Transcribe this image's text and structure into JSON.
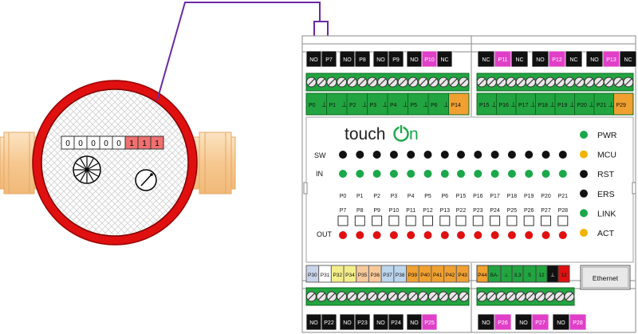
{
  "meter": {
    "digits": [
      "0",
      "0",
      "0",
      "0",
      "0",
      "1",
      "1",
      "1"
    ],
    "black_digit_count": 5
  },
  "controller": {
    "brand": "touch",
    "status_labels": [
      "PWR",
      "MCU",
      "RST",
      "ERS",
      "LINK",
      "ACT"
    ],
    "status_colors": [
      "#1aa84a",
      "#f0b400",
      "#111111",
      "#111111",
      "#1aa84a",
      "#f0b400"
    ],
    "row_labels": {
      "sw": "SW",
      "in": "IN",
      "out": "OUT"
    },
    "inputs": [
      "P0",
      "P1",
      "P2",
      "P3",
      "P4",
      "P5",
      "P6",
      "P15",
      "P16",
      "P17",
      "P18",
      "P19",
      "P20",
      "P21"
    ],
    "outputs": [
      "P7",
      "P8",
      "P9",
      "P10",
      "P11",
      "P12",
      "P13",
      "P22",
      "P23",
      "P24",
      "P25",
      "P26",
      "P27",
      "P28"
    ],
    "colors": {
      "sw": "#111111",
      "in": "#1aa84a",
      "out": "#e01010",
      "pink": "#e040c8",
      "green": "#22a540",
      "orange": "#f0a030",
      "purple": "#6a2aa0",
      "red_frame": "#e01010"
    }
  },
  "top_relays_left": [
    {
      "a": "NO",
      "b": "P7",
      "pink": false
    },
    {
      "a": "NO",
      "b": "P8",
      "pink": false
    },
    {
      "a": "NO",
      "b": "P9",
      "pink": false
    },
    {
      "a": "NO",
      "b": "P10",
      "c": "NC",
      "pink": true
    }
  ],
  "top_relays_right": [
    {
      "a": "NC",
      "b": "P11",
      "c": "NC",
      "pink": true
    },
    {
      "a": "NO",
      "b": "P12",
      "c": "NC",
      "pink": true
    },
    {
      "a": "NO",
      "b": "P13",
      "c": "NC",
      "pink": true
    }
  ],
  "input_strip_left": [
    "P0",
    "P1",
    "P2",
    "P3",
    "P4",
    "P5",
    "P6",
    "P14"
  ],
  "input_strip_right": [
    "P15",
    "P16",
    "P17",
    "P18",
    "P19",
    "P20",
    "P21",
    "P29"
  ],
  "bottom_strip_left": [
    "P30",
    "P31",
    "P32",
    "P34",
    "P35",
    "P36",
    "P37",
    "P38",
    "P39",
    "P40",
    "P41",
    "P42",
    "P43"
  ],
  "bottom_strip_right": [
    "P44",
    "BA-",
    "⊥",
    "3,3",
    "5",
    "12",
    "⊥",
    "12"
  ],
  "ethernet_label": "Ethernet",
  "bottom_relays_left": [
    {
      "a": "NO",
      "b": "P22"
    },
    {
      "a": "NO",
      "b": "P23"
    },
    {
      "a": "NO",
      "b": "P24"
    },
    {
      "a": "NO",
      "b": "P25",
      "pink": true
    }
  ],
  "bottom_relays_right": [
    {
      "a": "NO",
      "b": "P26",
      "pink": true
    },
    {
      "a": "NO",
      "b": "P27",
      "pink": true
    },
    {
      "a": "NO",
      "b": "P28",
      "pink": true
    }
  ]
}
